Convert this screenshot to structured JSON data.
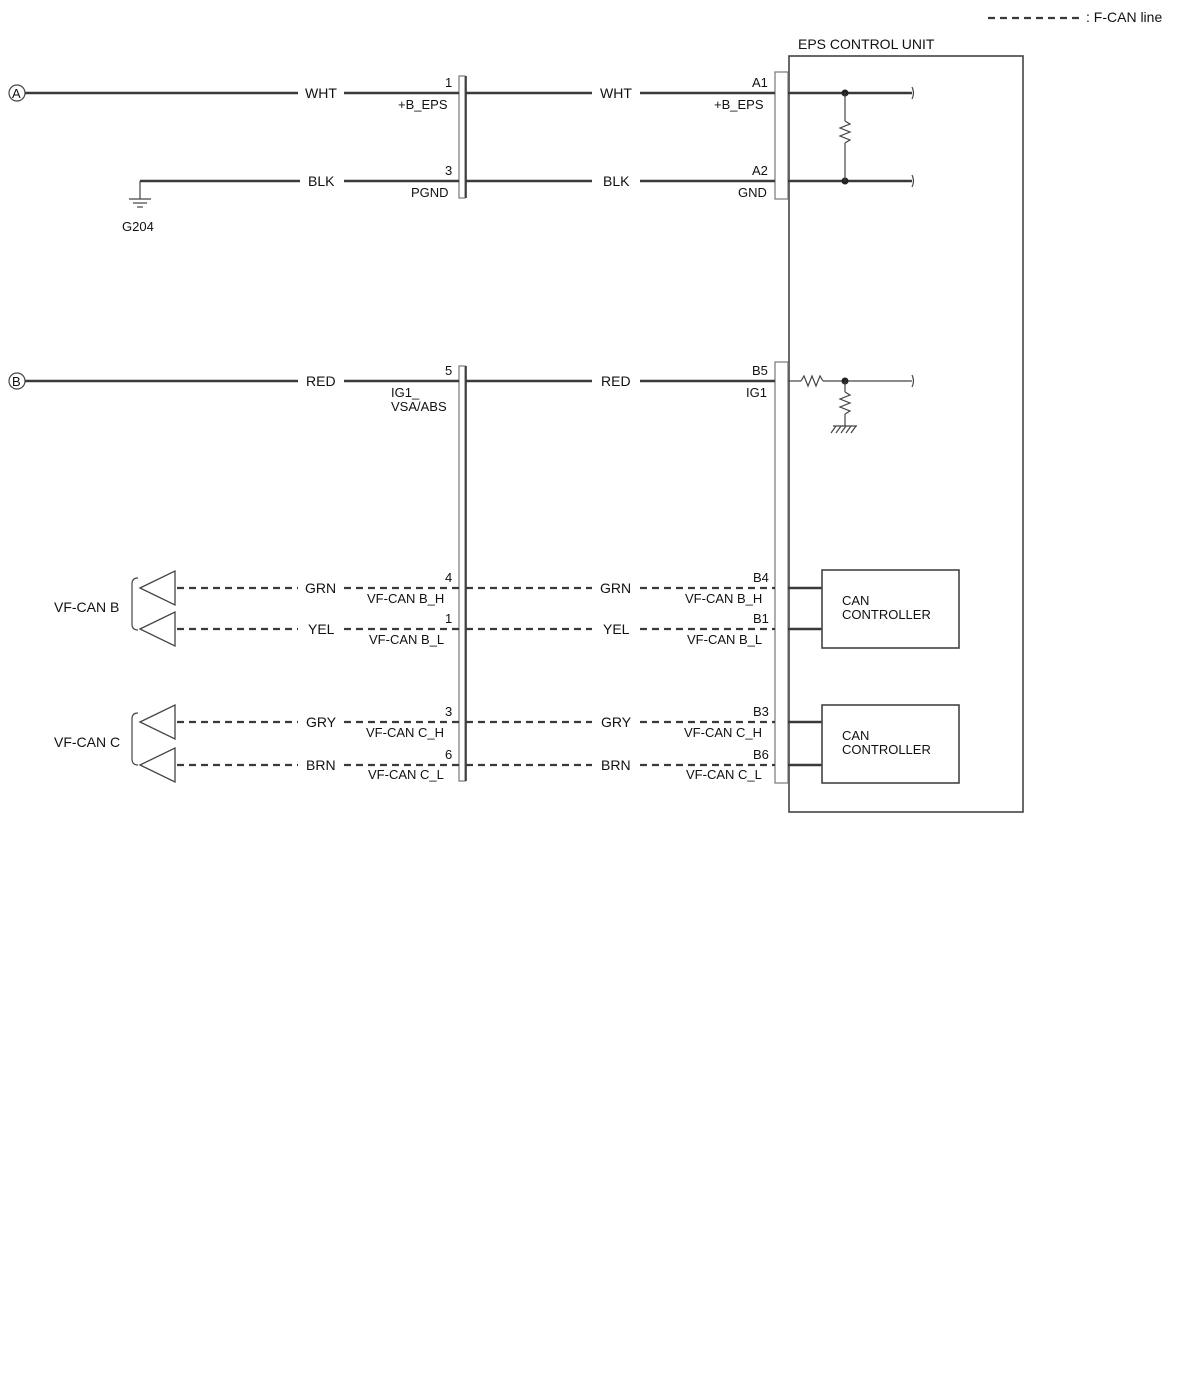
{
  "legend": {
    "text": ": F-CAN line"
  },
  "unit": {
    "title": "EPS CONTROL UNIT"
  },
  "bubbles": {
    "a": "A",
    "b": "B"
  },
  "ground": {
    "label": "G204"
  },
  "bus_groups": {
    "b": "VF-CAN B",
    "c": "VF-CAN C"
  },
  "controllers": [
    {
      "line1": "CAN",
      "line2": "CONTROLLER"
    },
    {
      "line1": "CAN",
      "line2": "CONTROLLER"
    }
  ],
  "wires": [
    {
      "color_left": "WHT",
      "c1_pin": "1",
      "c1_sig": "+B_EPS",
      "color_right": "WHT",
      "c2_pin": "A1",
      "c2_sig": "+B_EPS"
    },
    {
      "color_left": "BLK",
      "c1_pin": "3",
      "c1_sig": "PGND",
      "color_right": "BLK",
      "c2_pin": "A2",
      "c2_sig": "GND"
    },
    {
      "color_left": "RED",
      "c1_pin": "5",
      "c1_sig": "IG1_",
      "c1_sig2": "VSA/ABS",
      "color_right": "RED",
      "c2_pin": "B5",
      "c2_sig": "IG1"
    },
    {
      "color_left": "GRN",
      "c1_pin": "4",
      "c1_sig": "VF-CAN B_H",
      "color_right": "GRN",
      "c2_pin": "B4",
      "c2_sig": "VF-CAN B_H"
    },
    {
      "color_left": "YEL",
      "c1_pin": "1",
      "c1_sig": "VF-CAN B_L",
      "color_right": "YEL",
      "c2_pin": "B1",
      "c2_sig": "VF-CAN B_L"
    },
    {
      "color_left": "GRY",
      "c1_pin": "3",
      "c1_sig": "VF-CAN C_H",
      "color_right": "GRY",
      "c2_pin": "B3",
      "c2_sig": "VF-CAN C_H"
    },
    {
      "color_left": "BRN",
      "c1_pin": "6",
      "c1_sig": "VF-CAN C_L",
      "color_right": "BRN",
      "c2_pin": "B6",
      "c2_sig": "VF-CAN C_L"
    }
  ]
}
